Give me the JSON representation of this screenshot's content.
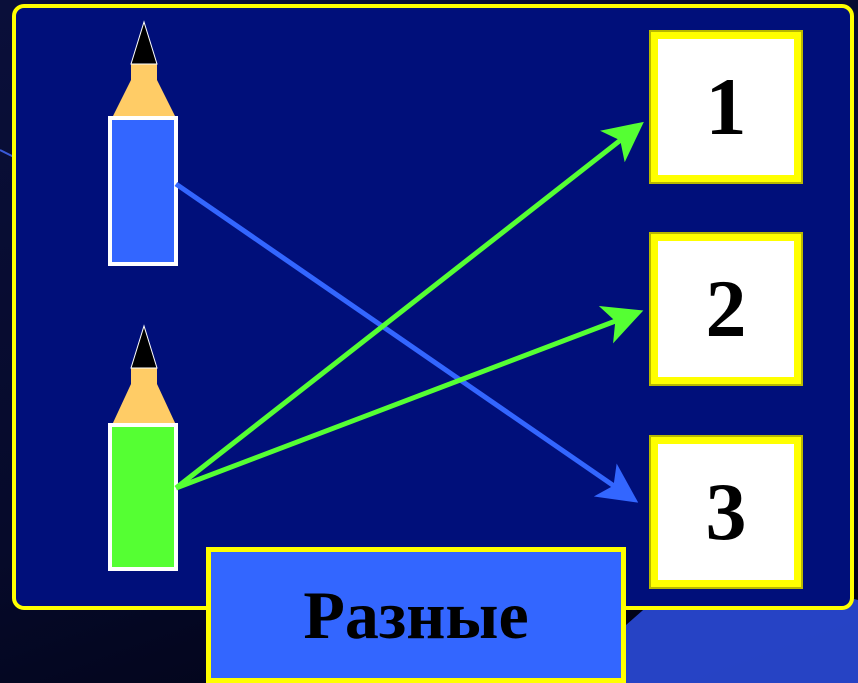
{
  "colors": {
    "panel_background": "#000f7a",
    "panel_border": "#ffff00",
    "pencil_top_body": "#3366ff",
    "pencil_bottom_body": "#55ff33",
    "pencil_wood": "#ffcc66",
    "pencil_lead": "#000000",
    "arrow_blue": "#3366ff",
    "arrow_green": "#55ff33",
    "label_background": "#3366ff"
  },
  "pencils": [
    {
      "name": "blue-pencil",
      "body_color": "#3366ff"
    },
    {
      "name": "green-pencil",
      "body_color": "#55ff33"
    }
  ],
  "numbers": [
    "1",
    "2",
    "3"
  ],
  "arrows": [
    {
      "from": "blue-pencil",
      "to": "3",
      "color": "#3366ff"
    },
    {
      "from": "green-pencil",
      "to": "1",
      "color": "#55ff33"
    },
    {
      "from": "green-pencil",
      "to": "2",
      "color": "#55ff33"
    }
  ],
  "label": "Разные"
}
